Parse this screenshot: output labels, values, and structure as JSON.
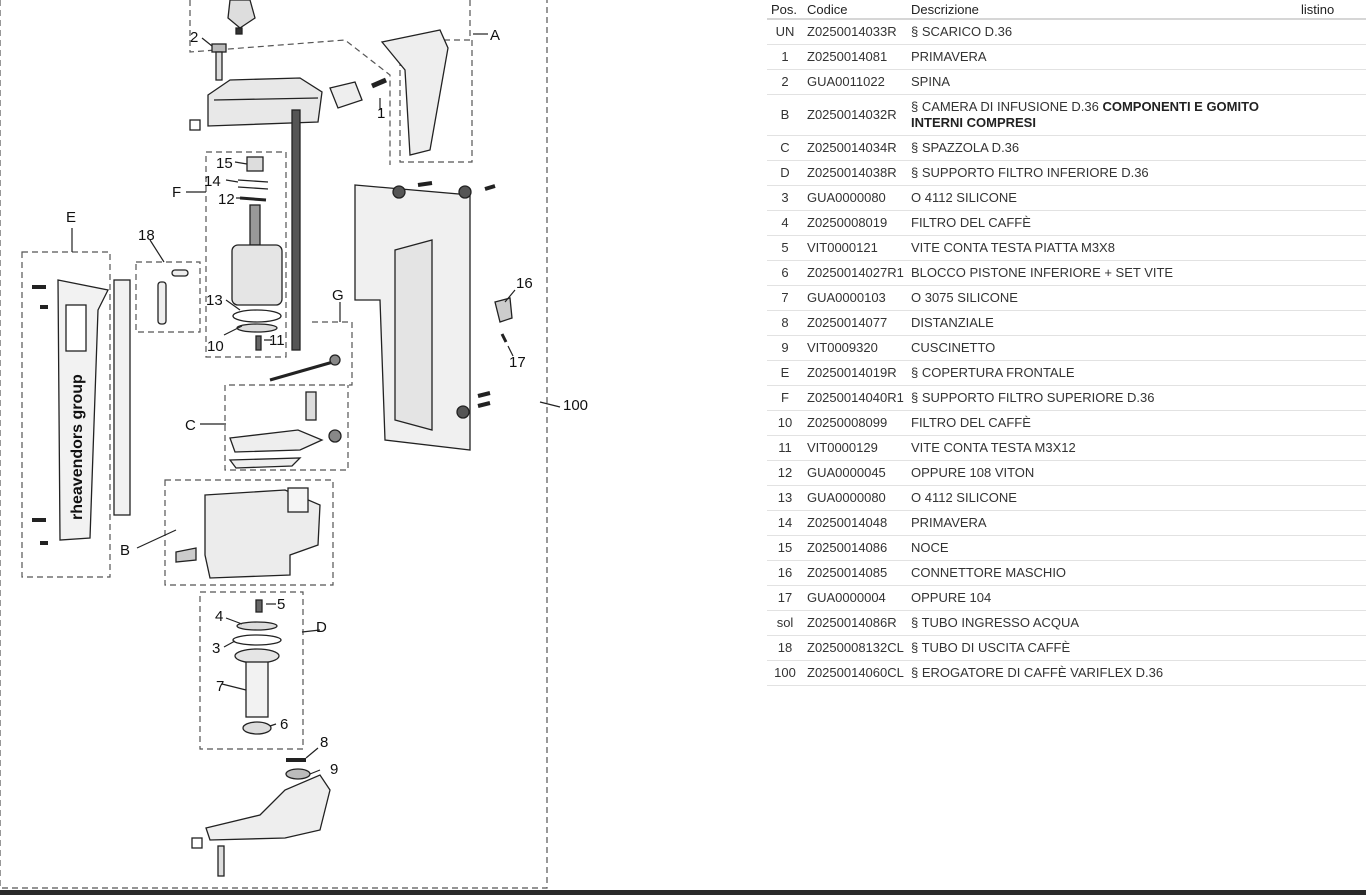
{
  "table": {
    "headers": {
      "pos": "Pos.",
      "code": "Codice",
      "desc": "Descrizione",
      "price": "listino"
    },
    "rows": [
      {
        "pos": "UN",
        "code": "Z0250014033R",
        "desc": "§ SCARICO D.36",
        "desc_bold": "",
        "price": ""
      },
      {
        "pos": "1",
        "code": "Z0250014081",
        "desc": "PRIMAVERA",
        "desc_bold": "",
        "price": ""
      },
      {
        "pos": "2",
        "code": "GUA0011022",
        "desc": "SPINA",
        "desc_bold": "",
        "price": ""
      },
      {
        "pos": "B",
        "code": "Z0250014032R",
        "desc": "§ CAMERA DI INFUSIONE D.36 ",
        "desc_bold": "COMPONENTI E GOMITO INTERNI COMPRESI",
        "price": ""
      },
      {
        "pos": "C",
        "code": "Z0250014034R",
        "desc": "§ SPAZZOLA D.36",
        "desc_bold": "",
        "price": ""
      },
      {
        "pos": "D",
        "code": "Z0250014038R",
        "desc": "§ SUPPORTO FILTRO INFERIORE D.36",
        "desc_bold": "",
        "price": ""
      },
      {
        "pos": "3",
        "code": "GUA0000080",
        "desc": "O 4112 SILICONE",
        "desc_bold": "",
        "price": ""
      },
      {
        "pos": "4",
        "code": "Z0250008019",
        "desc": "FILTRO DEL CAFFÈ",
        "desc_bold": "",
        "price": ""
      },
      {
        "pos": "5",
        "code": "VIT0000121",
        "desc": "VITE CONTA TESTA PIATTA M3X8",
        "desc_bold": "",
        "price": ""
      },
      {
        "pos": "6",
        "code": "Z0250014027R1",
        "desc": "BLOCCO PISTONE INFERIORE + SET VITE",
        "desc_bold": "",
        "price": ""
      },
      {
        "pos": "7",
        "code": "GUA0000103",
        "desc": "O 3075 SILICONE",
        "desc_bold": "",
        "price": ""
      },
      {
        "pos": "8",
        "code": "Z0250014077",
        "desc": "DISTANZIALE",
        "desc_bold": "",
        "price": ""
      },
      {
        "pos": "9",
        "code": "VIT0009320",
        "desc": "CUSCINETTO",
        "desc_bold": "",
        "price": ""
      },
      {
        "pos": "E",
        "code": "Z0250014019R",
        "desc": "§ COPERTURA FRONTALE",
        "desc_bold": "",
        "price": ""
      },
      {
        "pos": "F",
        "code": "Z0250014040R1",
        "desc": "§ SUPPORTO FILTRO SUPERIORE D.36",
        "desc_bold": "",
        "price": ""
      },
      {
        "pos": "10",
        "code": "Z0250008099",
        "desc": "FILTRO DEL CAFFÈ",
        "desc_bold": "",
        "price": ""
      },
      {
        "pos": "11",
        "code": "VIT0000129",
        "desc": "VITE CONTA TESTA M3X12",
        "desc_bold": "",
        "price": ""
      },
      {
        "pos": "12",
        "code": "GUA0000045",
        "desc": "OPPURE 108 VITON",
        "desc_bold": "",
        "price": ""
      },
      {
        "pos": "13",
        "code": "GUA0000080",
        "desc": "O 4112 SILICONE",
        "desc_bold": "",
        "price": ""
      },
      {
        "pos": "14",
        "code": "Z0250014048",
        "desc": "PRIMAVERA",
        "desc_bold": "",
        "price": ""
      },
      {
        "pos": "15",
        "code": "Z0250014086",
        "desc": "NOCE",
        "desc_bold": "",
        "price": ""
      },
      {
        "pos": "16",
        "code": "Z0250014085",
        "desc": "CONNETTORE MASCHIO",
        "desc_bold": "",
        "price": ""
      },
      {
        "pos": "17",
        "code": "GUA0000004",
        "desc": "OPPURE 104",
        "desc_bold": "",
        "price": ""
      },
      {
        "pos": "sol",
        "code": "Z0250014086R",
        "desc": "§ TUBO INGRESSO ACQUA",
        "desc_bold": "",
        "price": ""
      },
      {
        "pos": "18",
        "code": "Z0250008132CL",
        "desc": "§ TUBO DI USCITA CAFFÈ",
        "desc_bold": "",
        "price": ""
      },
      {
        "pos": "100",
        "code": "Z0250014060CL",
        "desc": "§ EROGATORE DI CAFFÈ VARIFLEX D.36",
        "desc_bold": "",
        "price": "€"
      }
    ]
  },
  "diagram": {
    "brand_text": "rheavendors group",
    "labels": {
      "A": "A",
      "B": "B",
      "C": "C",
      "D": "D",
      "E": "E",
      "F": "F",
      "G": "G",
      "n1": "1",
      "n2": "2",
      "n3": "3",
      "n4": "4",
      "n5": "5",
      "n6": "6",
      "n7": "7",
      "n8": "8",
      "n9": "9",
      "n10": "10",
      "n11": "11",
      "n12": "12",
      "n13": "13",
      "n14": "14",
      "n15": "15",
      "n16": "16",
      "n17": "17",
      "n18": "18",
      "n100": "100"
    }
  }
}
